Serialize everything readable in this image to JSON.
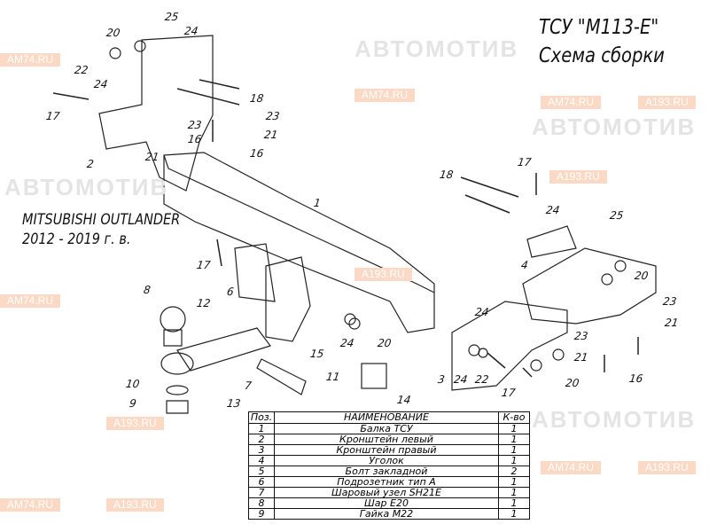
{
  "title": {
    "line1": "ТСУ \"М113-Е\"",
    "line2": "Схема сборки"
  },
  "vehicle": {
    "line1": "MITSUBISHI OUTLANDER",
    "line2": "2012 - 2019 г. в."
  },
  "watermark": {
    "brand": "АВТОМОТИВ",
    "site1": "AM74.RU",
    "site2": "A193.RU"
  },
  "callouts": [
    "20",
    "25",
    "24",
    "22",
    "24",
    "17",
    "2",
    "18",
    "23",
    "21",
    "16",
    "23",
    "16",
    "21",
    "1",
    "17",
    "6",
    "8",
    "12",
    "7",
    "15",
    "11",
    "24",
    "20",
    "14",
    "10",
    "9",
    "13",
    "18",
    "17",
    "24",
    "25",
    "4",
    "20",
    "24",
    "23",
    "21",
    "23",
    "21",
    "3",
    "24",
    "22",
    "17",
    "20",
    "16"
  ],
  "parts_table": {
    "headers": [
      "Поз.",
      "НАИМЕНОВАНИЕ",
      "К-во"
    ],
    "rows": [
      [
        "1",
        "Балка ТСУ",
        "1"
      ],
      [
        "2",
        "Кронштейн левый",
        "1"
      ],
      [
        "3",
        "Кронштейн правый",
        "1"
      ],
      [
        "4",
        "Уголок",
        "1"
      ],
      [
        "5",
        "Болт закладной",
        "2"
      ],
      [
        "6",
        "Подрозетник тип А",
        "1"
      ],
      [
        "7",
        "Шаровый узел SH21E",
        "1"
      ],
      [
        "8",
        "Шар Е20",
        "1"
      ],
      [
        "9",
        "Гайка М22",
        "1"
      ]
    ]
  }
}
